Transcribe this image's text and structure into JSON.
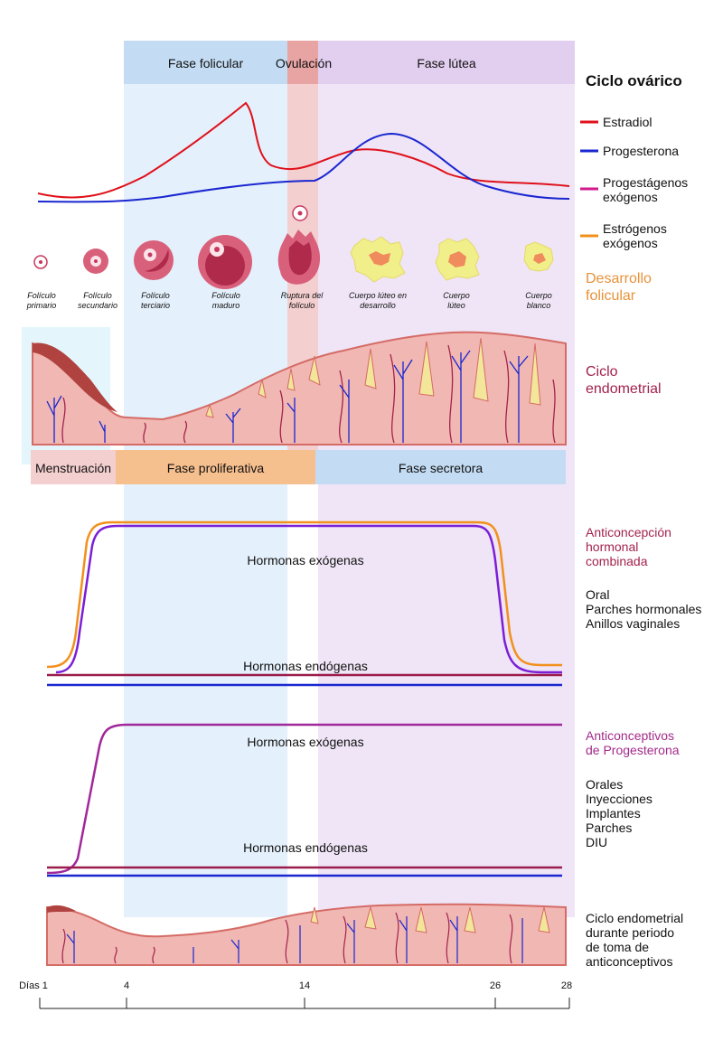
{
  "phases": {
    "follicular": "Fase folicular",
    "ovulation": "Ovulación",
    "luteal": "Fase lútea"
  },
  "main_title": "Ciclo ovárico",
  "legend": [
    {
      "label": "Estradiol",
      "color": "#e0101a"
    },
    {
      "label": "Progesterona",
      "color": "#1a27d0"
    },
    {
      "label": "Progestágenos\nexógenos",
      "color": "#d21a8e"
    },
    {
      "label": "Estrógenos\nexógenos",
      "color": "#f2901c"
    }
  ],
  "follicle_stages": [
    "Folículo primario",
    "Folículo secundario",
    "Folículo terciario",
    "Folículo maduro",
    "Ruptura del folículo",
    "Cuerpo lúteo en desarrollo",
    "Cuerpo lúteo",
    "Cuerpo blanco"
  ],
  "section_labels": {
    "follicular_dev": "Desarrollo\nfolicular",
    "endometrial": "Ciclo\nendometrial",
    "combined": "Anticoncepción\nhormonal\ncombinada",
    "combined_methods": "Oral\nParches hormonales\nAnillos vaginales",
    "progestin": "Anticonceptivos\nde Progesterona",
    "progestin_methods": "Orales\nInyecciones\nImplantes\nParches\nDIU",
    "endometrial_contraceptive": "Ciclo endometrial\ndurante  periodo\nde toma de\nanticonceptivos"
  },
  "endometrial_phases": {
    "menstruation": "Menstruación",
    "proliferative": "Fase proliferativa",
    "secretory": "Fase secretora"
  },
  "graph_labels": {
    "exogenous_1": "Hormonas exógenas",
    "endogenous_1": "Hormonas endógenas",
    "exogenous_2": "Hormonas exógenas",
    "endogenous_2": "Hormonas endógenas"
  },
  "axis": {
    "days_label": "Días 1",
    "ticks": [
      "4",
      "14",
      "26",
      "28"
    ]
  },
  "colors": {
    "estradiol": "#e0101a",
    "progesterone": "#1a27d0",
    "exo_progestin": "#7b1fd6",
    "exo_estrogen": "#f2901c",
    "endo_dark": "#9b1b4b",
    "endometrium_fill": "#f1b7b3",
    "endometrium_stroke": "#d56b66",
    "follicle": "#c8395e",
    "corpus_luteum": "#f1ef8a",
    "label_orange": "#e8923a",
    "label_maroon": "#a3224c",
    "label_purple": "#a32a8a"
  }
}
